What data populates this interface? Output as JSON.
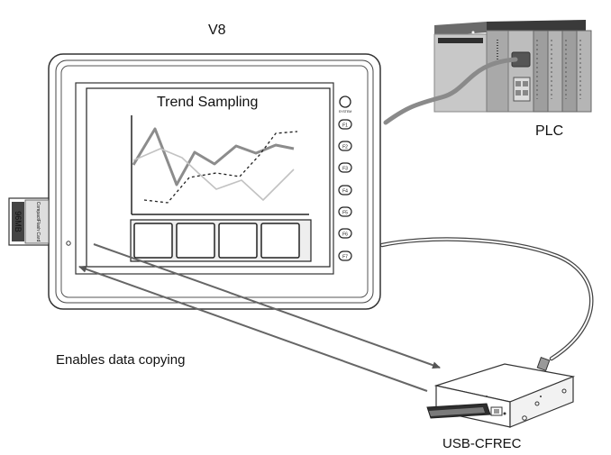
{
  "device_label": "V8",
  "screen_title": "Trend Sampling",
  "plc_label": "PLC",
  "usb_device_label": "USB-CFREC",
  "annotation": "Enables data copying",
  "cf_card": {
    "brand_text": "CompactFlash Card",
    "capacity_text": "96MB"
  },
  "side_key_labels": [
    "F1",
    "F2",
    "F3",
    "F4",
    "F5",
    "F6",
    "F7"
  ],
  "system_button_label": "SYSTEM",
  "icons": [
    "hmi-panel-icon",
    "plc-icon",
    "cf-card-icon",
    "usb-cfrec-icon"
  ]
}
